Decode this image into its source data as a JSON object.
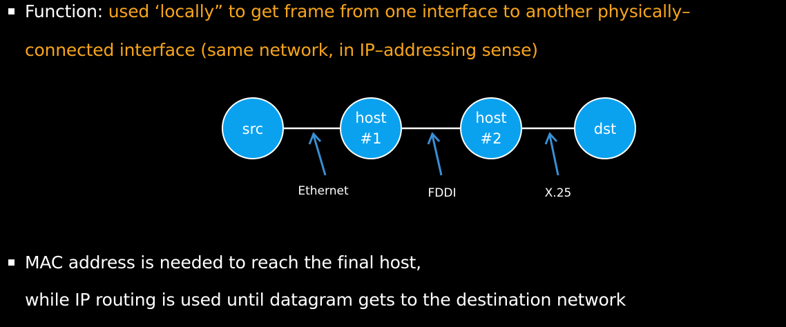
{
  "bullet1": {
    "prefix": "Function: ",
    "highlight_line1": "used ‘locally” to get frame from one interface to another physically–",
    "highlight_line2": "connected interface (same network, in IP–addressing sense)"
  },
  "diagram": {
    "nodes": [
      {
        "id": "src",
        "lines": [
          "src"
        ]
      },
      {
        "id": "host1",
        "lines": [
          "host",
          "#1"
        ]
      },
      {
        "id": "host2",
        "lines": [
          "host",
          "#2"
        ]
      },
      {
        "id": "dst",
        "lines": [
          "dst"
        ]
      }
    ],
    "links": [
      {
        "id": "ethernet",
        "label": "Ethernet"
      },
      {
        "id": "fddi",
        "label": "FDDI"
      },
      {
        "id": "x25",
        "label": "X.25"
      }
    ]
  },
  "bullet2": {
    "line1": "MAC address is needed to reach the final host,",
    "line2": "while IP routing is used until datagram gets to the destination network"
  },
  "colors": {
    "background": "#000000",
    "highlight": "#f7a51c",
    "node_fill": "#0aa2ef",
    "node_stroke": "#ffffff",
    "arrow": "#3a8fd4"
  }
}
